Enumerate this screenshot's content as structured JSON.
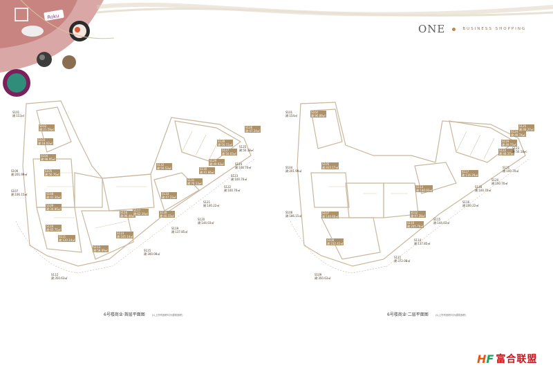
{
  "brand": {
    "logo": "ONE",
    "tagline": "BUSINESS SHOPPING"
  },
  "plan_left": {
    "title": "6号楼商业·首层平面图",
    "note": "(以上所有面积均为建筑面积)",
    "units": [
      {
        "id": "S101",
        "area": "建:153㎡"
      },
      {
        "id": "S102",
        "area": "建:21.59㎡",
        "highlight": true
      },
      {
        "id": "S103",
        "area": "建:18.02㎡",
        "highlight": true
      },
      {
        "id": "S104",
        "area": "建:98.95㎡",
        "highlight": true
      },
      {
        "id": "S105",
        "area": "建:56.76㎡",
        "highlight": true
      },
      {
        "id": "S106",
        "area": "建:201.99㎡"
      },
      {
        "id": "S107",
        "area": "建:106.15㎡"
      },
      {
        "id": "S108",
        "area": "建:41.34㎡",
        "highlight": true
      },
      {
        "id": "S109",
        "area": "建:34.86㎡",
        "highlight": true
      },
      {
        "id": "S110",
        "area": "建:65.71㎡",
        "highlight": true
      },
      {
        "id": "S111",
        "area": "建:120.14㎡",
        "highlight": true
      },
      {
        "id": "S112",
        "area": "建:350.63㎡"
      },
      {
        "id": "S113",
        "area": "建:58.09㎡",
        "highlight": true
      },
      {
        "id": "S114",
        "area": "建:105.14㎡",
        "highlight": true
      },
      {
        "id": "S115",
        "area": "建:300.08㎡"
      },
      {
        "id": "S116",
        "area": "建:96.44㎡",
        "highlight": true
      },
      {
        "id": "S117",
        "area": "建:62.19㎡",
        "highlight": true
      },
      {
        "id": "S118",
        "area": "建:40.33㎡",
        "highlight": true
      },
      {
        "id": "S119",
        "area": "建:137.85㎡"
      },
      {
        "id": "S120",
        "area": "建:144.03㎡"
      },
      {
        "id": "S121",
        "area": "建:140.22㎡"
      },
      {
        "id": "S122",
        "area": "建:100.70㎡"
      },
      {
        "id": "S123",
        "area": "建:100.70㎡"
      },
      {
        "id": "S124",
        "area": "建:100.70㎡"
      },
      {
        "id": "S125",
        "area": "建:50.18㎡"
      },
      {
        "id": "S126",
        "area": "建:47.24㎡",
        "highlight": true
      },
      {
        "id": "S127",
        "area": "建:50.03㎡",
        "highlight": true
      },
      {
        "id": "S128",
        "area": "建:50.11㎡",
        "highlight": true
      },
      {
        "id": "S129",
        "area": "建:49.93㎡",
        "highlight": true
      },
      {
        "id": "S130",
        "area": "建:41.66㎡",
        "highlight": true
      },
      {
        "id": "S131",
        "area": "建:76.13㎡",
        "highlight": true
      },
      {
        "id": "S132",
        "area": "建:50.53㎡",
        "highlight": true
      },
      {
        "id": "S133",
        "area": "建:47.23㎡",
        "highlight": true
      }
    ]
  },
  "plan_right": {
    "title": "6号楼商业·二层平面图",
    "note": "(以上所有面积均为建筑面积)",
    "units": [
      {
        "id": "S101",
        "area": "建:154㎡"
      },
      {
        "id": "S102",
        "area": "建:96.89㎡",
        "highlight": true
      },
      {
        "id": "S104",
        "area": "建:201.99㎡"
      },
      {
        "id": "S105",
        "area": "建:433.17㎡",
        "highlight": true
      },
      {
        "id": "S106",
        "area": "建:186.15㎡"
      },
      {
        "id": "S107",
        "area": "建:144.60㎡",
        "highlight": true
      },
      {
        "id": "S108",
        "area": "建:232.41㎡",
        "highlight": true
      },
      {
        "id": "S109",
        "area": "建:350.63㎡"
      },
      {
        "id": "S110",
        "area": "建:205.70㎡",
        "highlight": true
      },
      {
        "id": "S111",
        "area": "建:372.08㎡"
      },
      {
        "id": "S112",
        "area": "建:97.28㎡",
        "highlight": true
      },
      {
        "id": "S113",
        "area": "建:140.93㎡",
        "highlight": true
      },
      {
        "id": "S114",
        "area": "建:137.85㎡"
      },
      {
        "id": "S115",
        "area": "建:144.03㎡"
      },
      {
        "id": "S116",
        "area": "建:140.22㎡"
      },
      {
        "id": "S117",
        "area": "建:116.29㎡",
        "highlight": true
      },
      {
        "id": "S118",
        "area": "建:100.70㎡"
      },
      {
        "id": "S119",
        "area": "建:49.73㎡",
        "highlight": true
      },
      {
        "id": "S120",
        "area": "建:100.70㎡"
      },
      {
        "id": "S121",
        "area": "建:100.70㎡"
      },
      {
        "id": "S122",
        "area": "建:48.37㎡",
        "highlight": true
      },
      {
        "id": "S123",
        "area": "建:50.18㎡"
      },
      {
        "id": "S124",
        "area": "建:49.74㎡",
        "highlight": true
      },
      {
        "id": "S125",
        "area": "建:48.27㎡",
        "highlight": true
      }
    ]
  },
  "watermark": {
    "text": "富合联盟"
  },
  "colors": {
    "gold": "#ad9168",
    "wall": "#c9b79c",
    "accent_orange": "#ea5514",
    "accent_red": "#c9161d"
  }
}
